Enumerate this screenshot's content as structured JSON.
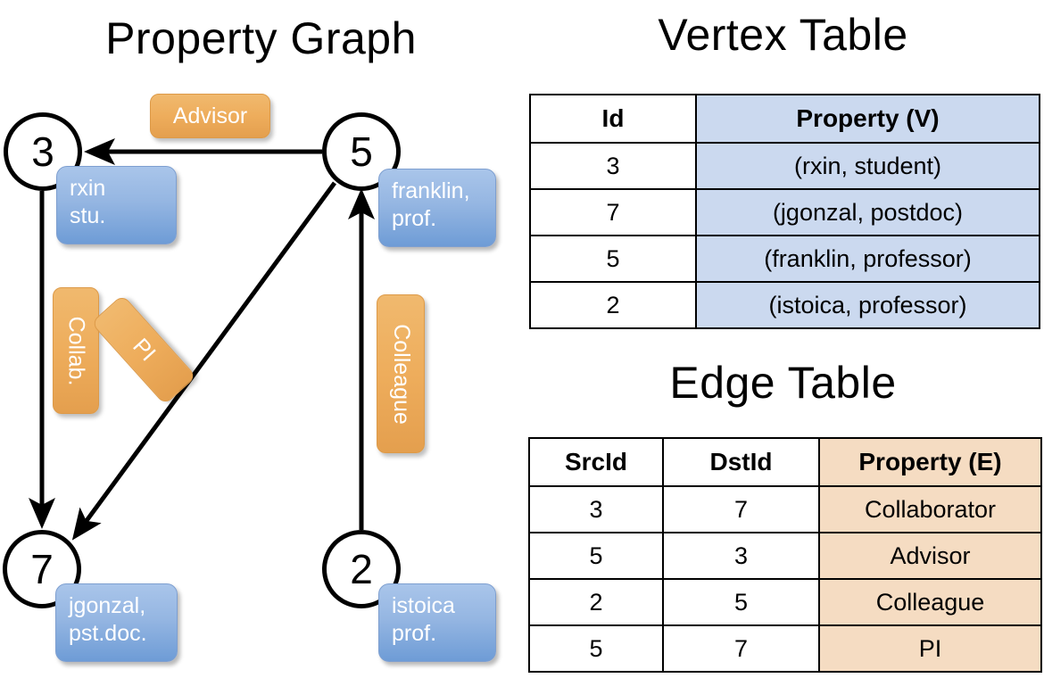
{
  "titles": {
    "property_graph": "Property Graph",
    "vertex_table": "Vertex Table",
    "edge_table": "Edge Table"
  },
  "graph": {
    "nodes": [
      {
        "id": "3",
        "property_line1": "rxin",
        "property_line2": "stu."
      },
      {
        "id": "5",
        "property_line1": "franklin,",
        "property_line2": "prof."
      },
      {
        "id": "7",
        "property_line1": "jgonzal,",
        "property_line2": "pst.doc."
      },
      {
        "id": "2",
        "property_line1": "istoica",
        "property_line2": "prof."
      }
    ],
    "edge_labels": {
      "advisor": "Advisor",
      "collab": "Collab.",
      "pi": "PI",
      "colleague": "Colleague"
    },
    "edges": [
      {
        "from": "5",
        "to": "3",
        "label": "Advisor"
      },
      {
        "from": "3",
        "to": "7",
        "label": "Collab."
      },
      {
        "from": "5",
        "to": "7",
        "label": "PI"
      },
      {
        "from": "2",
        "to": "5",
        "label": "Colleague"
      }
    ]
  },
  "vertex_table": {
    "headers": [
      "Id",
      "Property (V)"
    ],
    "rows": [
      {
        "id": "3",
        "property": "(rxin, student)"
      },
      {
        "id": "7",
        "property": "(jgonzal, postdoc)"
      },
      {
        "id": "5",
        "property": "(franklin, professor)"
      },
      {
        "id": "2",
        "property": "(istoica, professor)"
      }
    ]
  },
  "edge_table": {
    "headers": [
      "SrcId",
      "DstId",
      "Property (E)"
    ],
    "rows": [
      {
        "src": "3",
        "dst": "7",
        "property": "Collaborator"
      },
      {
        "src": "5",
        "dst": "3",
        "property": "Advisor"
      },
      {
        "src": "2",
        "dst": "5",
        "property": "Colleague"
      },
      {
        "src": "5",
        "dst": "7",
        "property": "PI"
      }
    ]
  },
  "colors": {
    "vertex_property_fill": "#cbd9ef",
    "edge_property_fill": "#f5dcc2",
    "node_callout_blue": "#8ab0e0",
    "edge_label_orange": "#eead5c",
    "stroke": "#000000"
  }
}
